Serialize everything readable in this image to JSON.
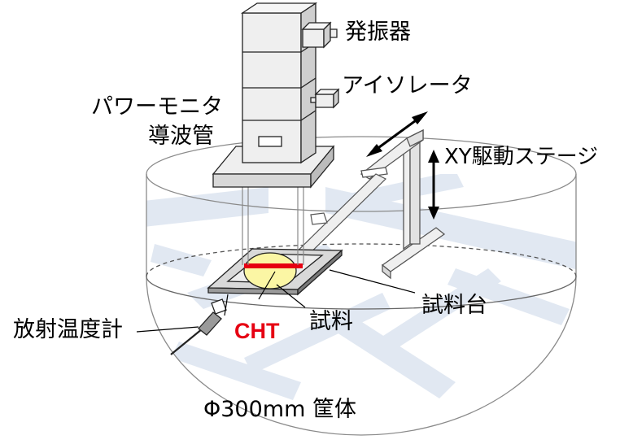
{
  "labels": {
    "oscillator": "発振器",
    "isolator": "アイソレータ",
    "power_monitor": "パワーモニタ",
    "waveguide": "導波管",
    "xy_stage": "XY駆動ステージ",
    "sample_stage": "試料台",
    "sample": "試料",
    "cht": "CHT",
    "radiation_thermometer": "放射温度計",
    "chamber": "Φ300mm 筐体"
  },
  "colors": {
    "cht_label": "#e60012",
    "cht_bar": "#e60012",
    "sample_fill": "#fbf6a4",
    "stripe": "#c9d6e8",
    "part_fill": "#efefef"
  }
}
